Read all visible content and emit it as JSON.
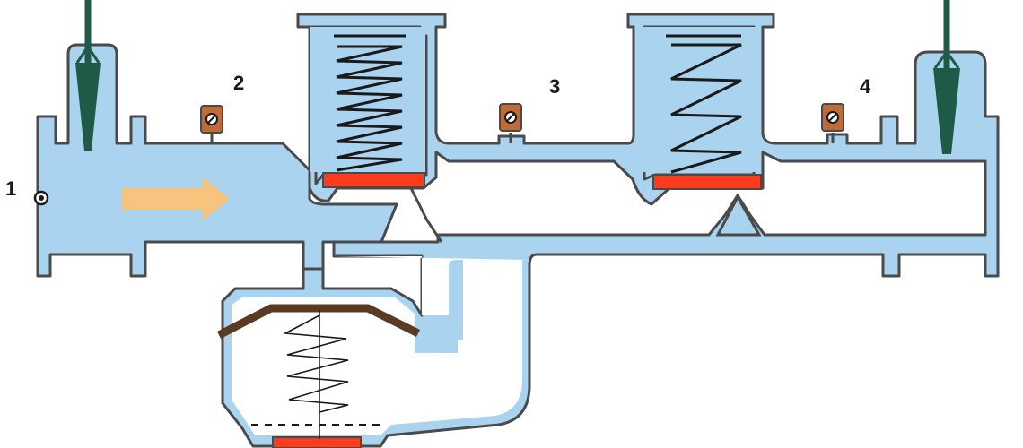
{
  "labels": {
    "p1": "1",
    "p2": "2",
    "p3": "3",
    "p4": "4"
  },
  "colors": {
    "fill": "#a9d3ef",
    "stroke": "#4a4a4a",
    "valve_stem": "#1e5a45",
    "valve_seat": "#ff3b1e",
    "flow_arrow": "#f8c37c",
    "gauge": "#c06a38",
    "diaphragm": "#5a3a22",
    "spring": "#1a1a1a"
  },
  "icons": {
    "flow": "arrow-right-icon",
    "gauge": "pressure-gauge-icon",
    "inlet_tap": "pressure-tap-icon"
  }
}
